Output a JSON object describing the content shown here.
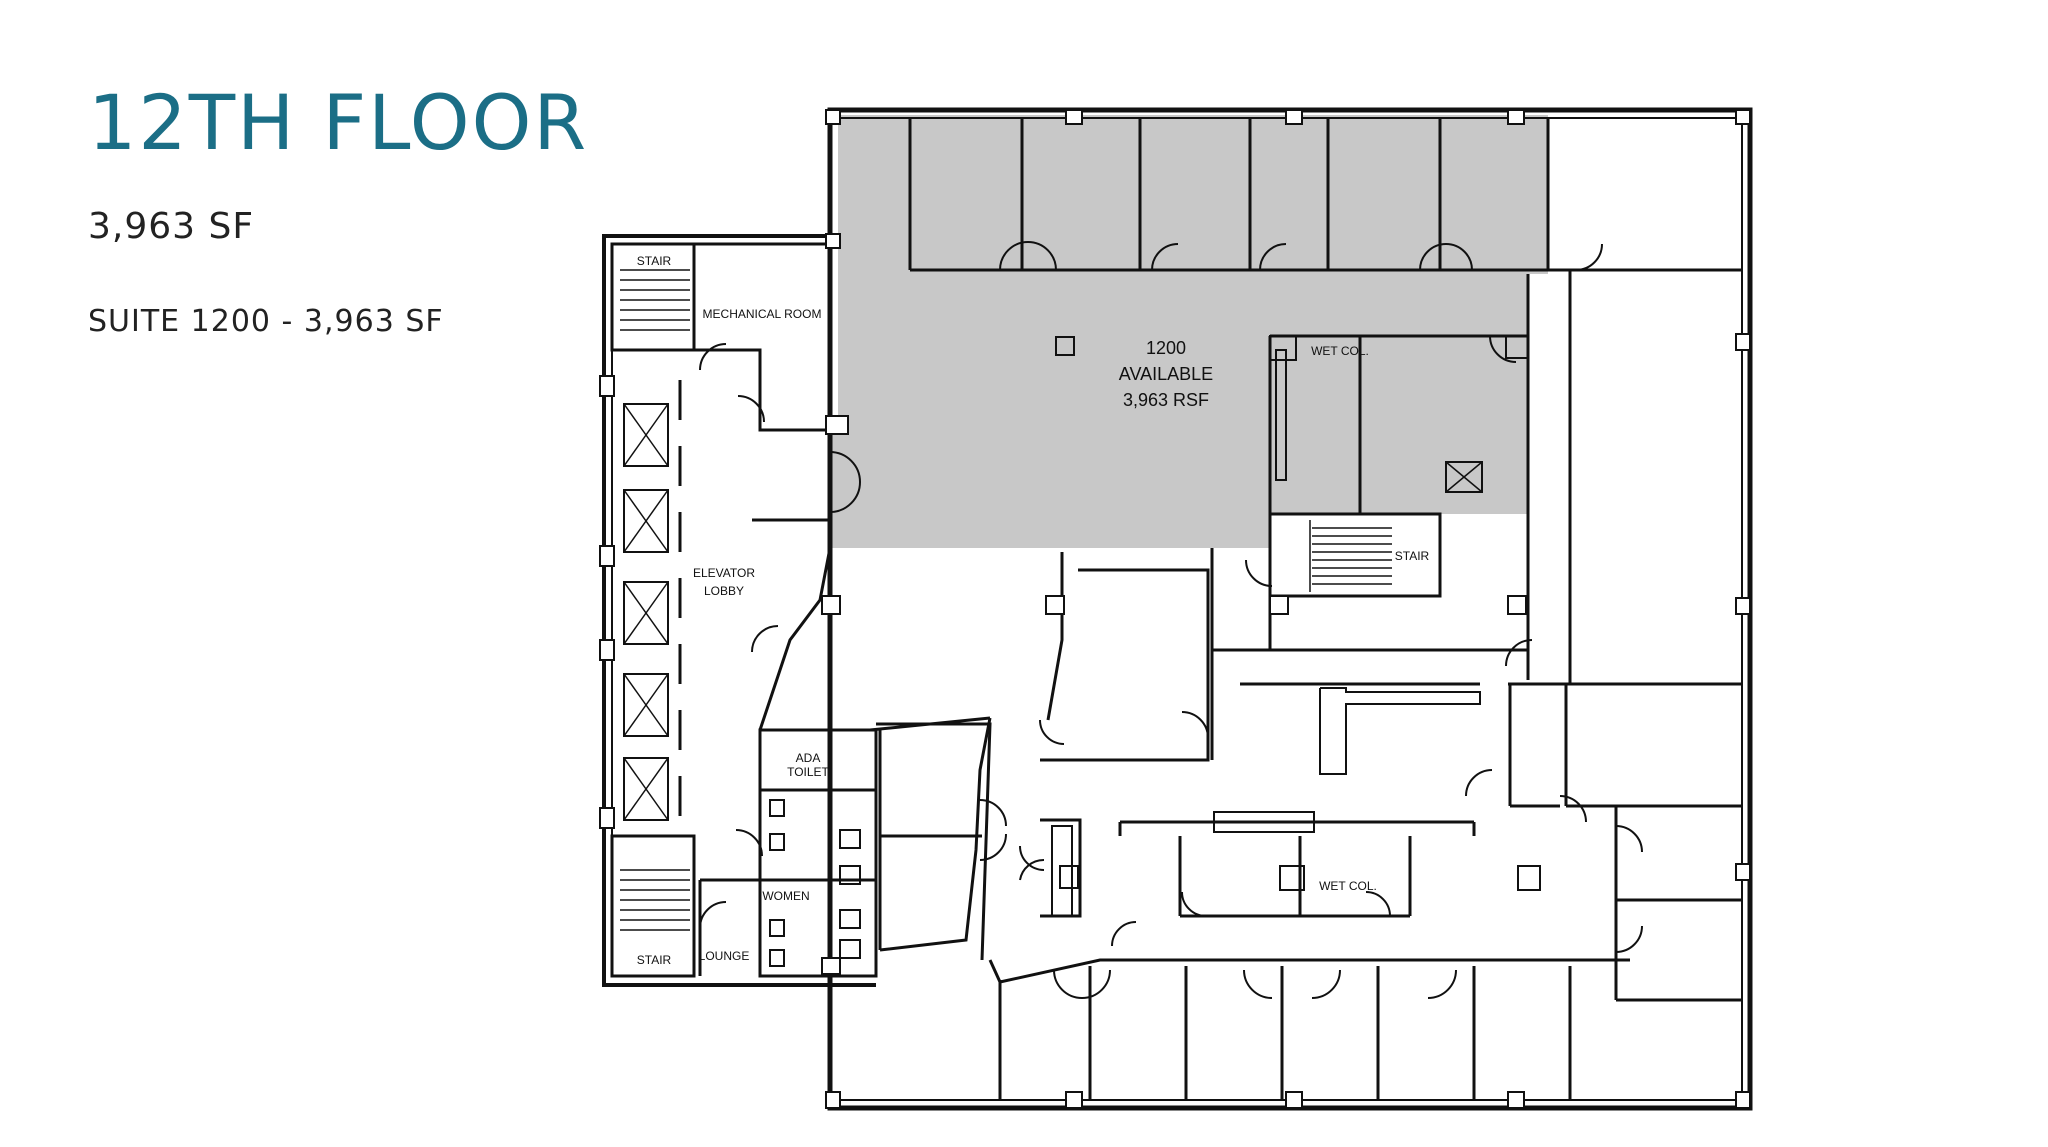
{
  "header": {
    "floor_title": "12TH FLOOR",
    "floor_area": "3,963 SF",
    "suite_line": "SUITE 1200 - 3,963 SF"
  },
  "colors": {
    "title": "#1b6e86",
    "suite_fill": "#c8c8c8",
    "walls": "#111111"
  },
  "plan": {
    "suite": {
      "number": "1200",
      "status": "AVAILABLE",
      "area": "3,963 RSF"
    },
    "rooms": {
      "stair_top": "STAIR",
      "stair_bottom": "STAIR",
      "stair_core": "STAIR",
      "mechanical": "MECHANICAL ROOM",
      "elevator_lobby_1": "ELEVATOR",
      "elevator_lobby_2": "LOBBY",
      "wet_col_top": "WET COL.",
      "wet_col_bottom": "WET COL.",
      "ada_1": "ADA",
      "ada_2": "TOILET",
      "women": "WOMEN",
      "lounge": "LOUNGE"
    }
  }
}
